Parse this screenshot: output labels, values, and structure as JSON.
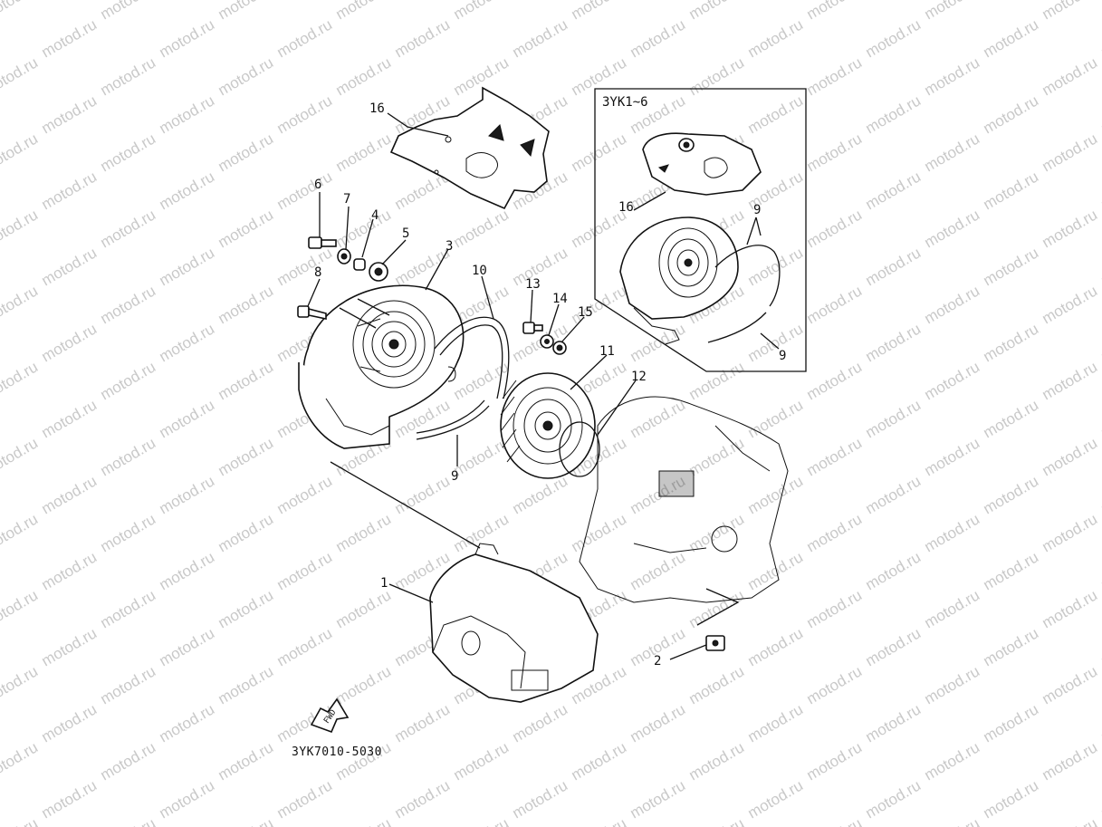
{
  "watermark": {
    "text": "motod.ru"
  },
  "inset": {
    "title": "3YK1~6"
  },
  "callouts": {
    "p1": "1",
    "p2": "2",
    "p3": "3",
    "p4": "4",
    "p5": "5",
    "p6": "6",
    "p7": "7",
    "p8": "8",
    "p9a": "9",
    "p9b": "9",
    "p9c": "9",
    "p10": "10",
    "p11": "11",
    "p12": "12",
    "p13": "13",
    "p14": "14",
    "p15": "15",
    "p16": "16",
    "p16b": "16"
  },
  "fwd_label": "FWD",
  "diagram_code": "3YK7010-5030",
  "colors": {
    "ink": "#111111",
    "watermark": "#c9c9c9",
    "paper": "#ffffff"
  }
}
